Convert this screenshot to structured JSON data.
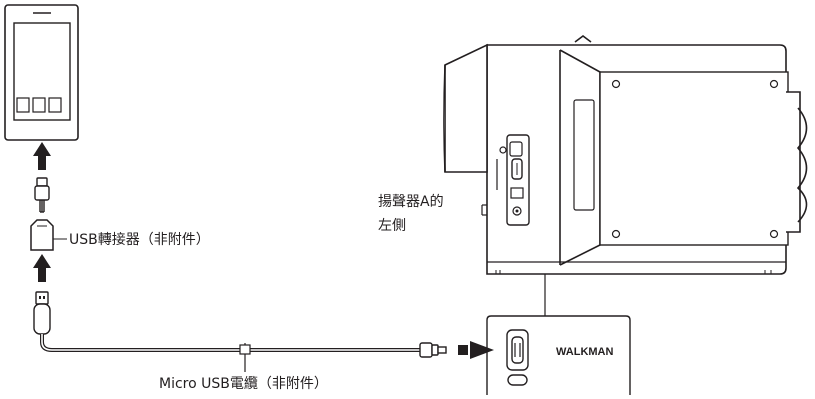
{
  "labels": {
    "usb_adapter": "USB轉接器（非附件）",
    "speaker_side_line1": "揚聲器A的",
    "speaker_side_line2": "左側",
    "micro_usb_cable": "Micro USB電纜（非附件）",
    "port_label": "WALKMAN"
  }
}
